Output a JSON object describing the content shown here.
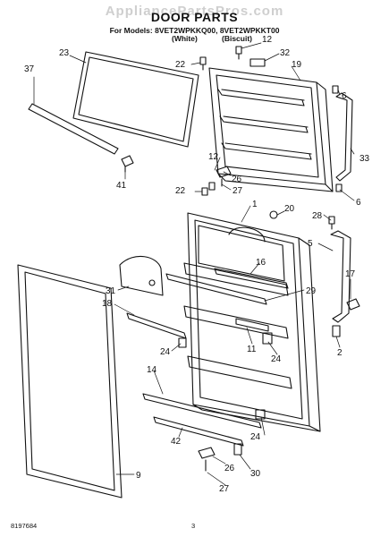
{
  "header": {
    "watermark": "AppliancePartsPros.com",
    "title": "DOOR PARTS",
    "models_line": "For Models: 8VET2WPKKQ00, 8VET2WPKKT00",
    "variant_white": "(White)",
    "variant_biscuit": "(Biscuit)"
  },
  "footer": {
    "doc_number": "8197684",
    "page_number": "3"
  },
  "callouts": [
    "23",
    "37",
    "41",
    "22",
    "12",
    "32",
    "19",
    "6",
    "33",
    "26",
    "27",
    "12",
    "22",
    "6",
    "1",
    "20",
    "28",
    "5",
    "16",
    "31",
    "29",
    "17",
    "18",
    "24",
    "11",
    "24",
    "2",
    "14",
    "42",
    "24",
    "26",
    "9",
    "30",
    "27"
  ],
  "colors": {
    "ink": "#111111",
    "watermark": "#cfcfcf"
  }
}
